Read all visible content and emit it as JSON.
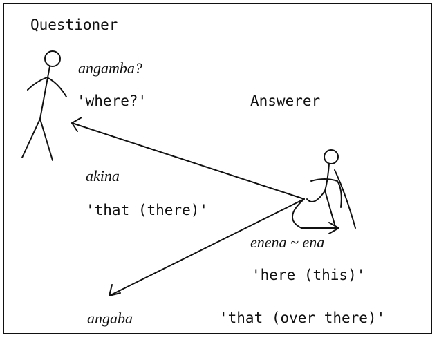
{
  "figure": {
    "questioner_label": "Questioner",
    "answerer_label": "Answerer",
    "question_word": "angamba?",
    "question_gloss": "'where?'",
    "akina_word": "akina",
    "akina_gloss": "'that (there)'",
    "enena_word": "enena ~ ena",
    "enena_gloss": "'here (this)'",
    "angaba_word": "angaba",
    "angaba_gloss": "'that (over there)'"
  }
}
